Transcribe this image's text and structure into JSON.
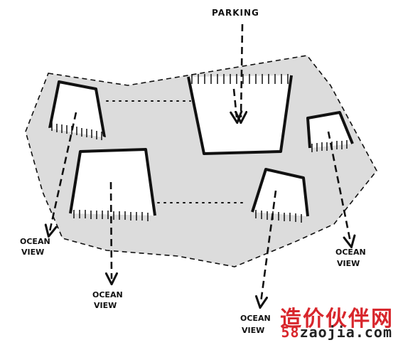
{
  "labels": {
    "parking": "PARKING",
    "ocean_view_left": [
      "OCEAN",
      "VIEW"
    ],
    "ocean_view_center": [
      "OCEAN",
      "VIEW"
    ],
    "ocean_view_bottom": [
      "OCEAN",
      "VIEW"
    ],
    "ocean_view_right": [
      "OCEAN",
      "VIEW"
    ]
  },
  "watermark": {
    "chinese": "造价伙伴网",
    "url_number": "58",
    "url_text": "zaojia.com"
  },
  "colors": {
    "site_fill": "#dcdcdc",
    "ink": "#111111",
    "watermark_red": "#d8262c"
  },
  "icons": {
    "arrow": "dashed-arrow-icon"
  }
}
